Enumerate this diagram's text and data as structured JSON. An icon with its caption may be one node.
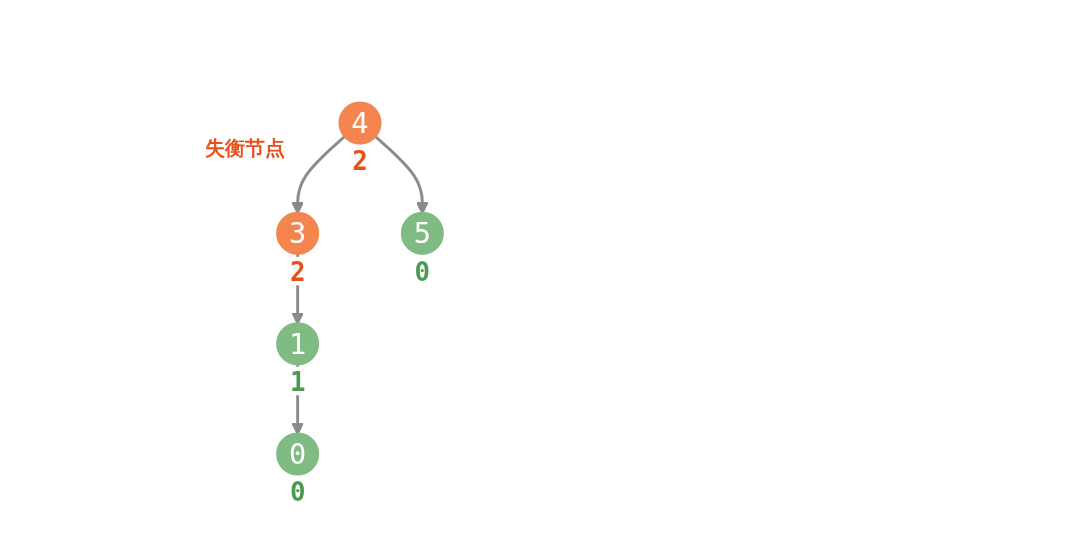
{
  "diagram": {
    "nodes": [
      {
        "text": [
          "4"
        ],
        "beside": [
          "2"
        ]
      },
      {
        "text": [
          "3"
        ],
        "beside": [
          "2"
        ]
      },
      {
        "text": [
          "5"
        ],
        "beside": [
          "0"
        ]
      },
      {
        "text": [
          "1"
        ],
        "beside": [
          "1"
        ]
      },
      {
        "text": [
          "0"
        ],
        "beside": [
          "0"
        ]
      }
    ],
    "edges": [
      {
        "from": 0,
        "to": 1,
        "arrow": "to"
      },
      {
        "from": 0,
        "to": 2,
        "arrow": "to"
      },
      {
        "from": 1,
        "to": 3,
        "arrow": "to"
      },
      {
        "from": 3,
        "to": 4,
        "arrow": "to"
      }
    ],
    "labels": [
      "失衡节点"
    ]
  }
}
